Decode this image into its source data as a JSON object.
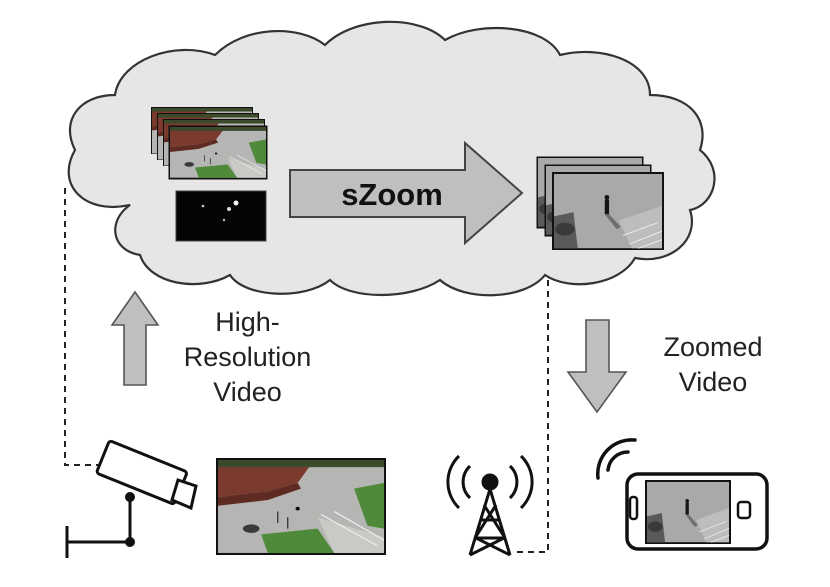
{
  "process_label": "sZoom",
  "upload_label": [
    "High-",
    "Resolution",
    "Video"
  ],
  "download_label": [
    "Zoomed",
    "Video"
  ],
  "colors": {
    "cloud_fill": "#e6e6e6",
    "cloud_stroke": "#333333",
    "arrow_fill": "#bfbfbf",
    "arrow_stroke": "#444444",
    "grass": "#4f8a3a",
    "pavement": "#b5b5b3",
    "building": "#7a3a2e",
    "black": "#111111"
  },
  "icons": {
    "camera": "security-camera-icon",
    "tower": "cell-tower-icon",
    "phone": "smartphone-icon",
    "signal": "wireless-signal-icon"
  }
}
